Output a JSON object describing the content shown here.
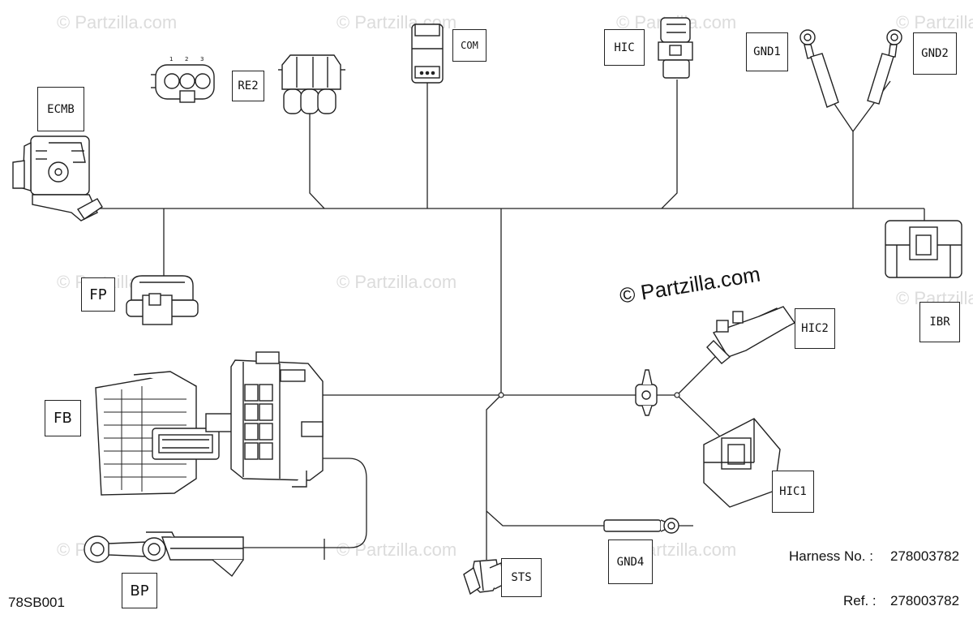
{
  "watermark": "© Partzilla.com",
  "copyright": "© Partzilla.com",
  "pins": [
    "1",
    "2",
    "3"
  ],
  "labels": {
    "ecmb": "ECMB",
    "re2": "RE2",
    "com": "COM",
    "hic": "HIC",
    "gnd1": "GND1",
    "gnd2": "GND2",
    "ibr": "IBR",
    "fp": "FP",
    "fb": "FB",
    "hic2": "HIC2",
    "hic1": "HIC1",
    "gnd4": "GND4",
    "sts": "STS",
    "bp": "BP"
  },
  "harness": {
    "label": "Harness No. :",
    "value": "278003782"
  },
  "ref": {
    "label": "Ref. :",
    "value": "278003782"
  },
  "diagram_code": "78SB001"
}
